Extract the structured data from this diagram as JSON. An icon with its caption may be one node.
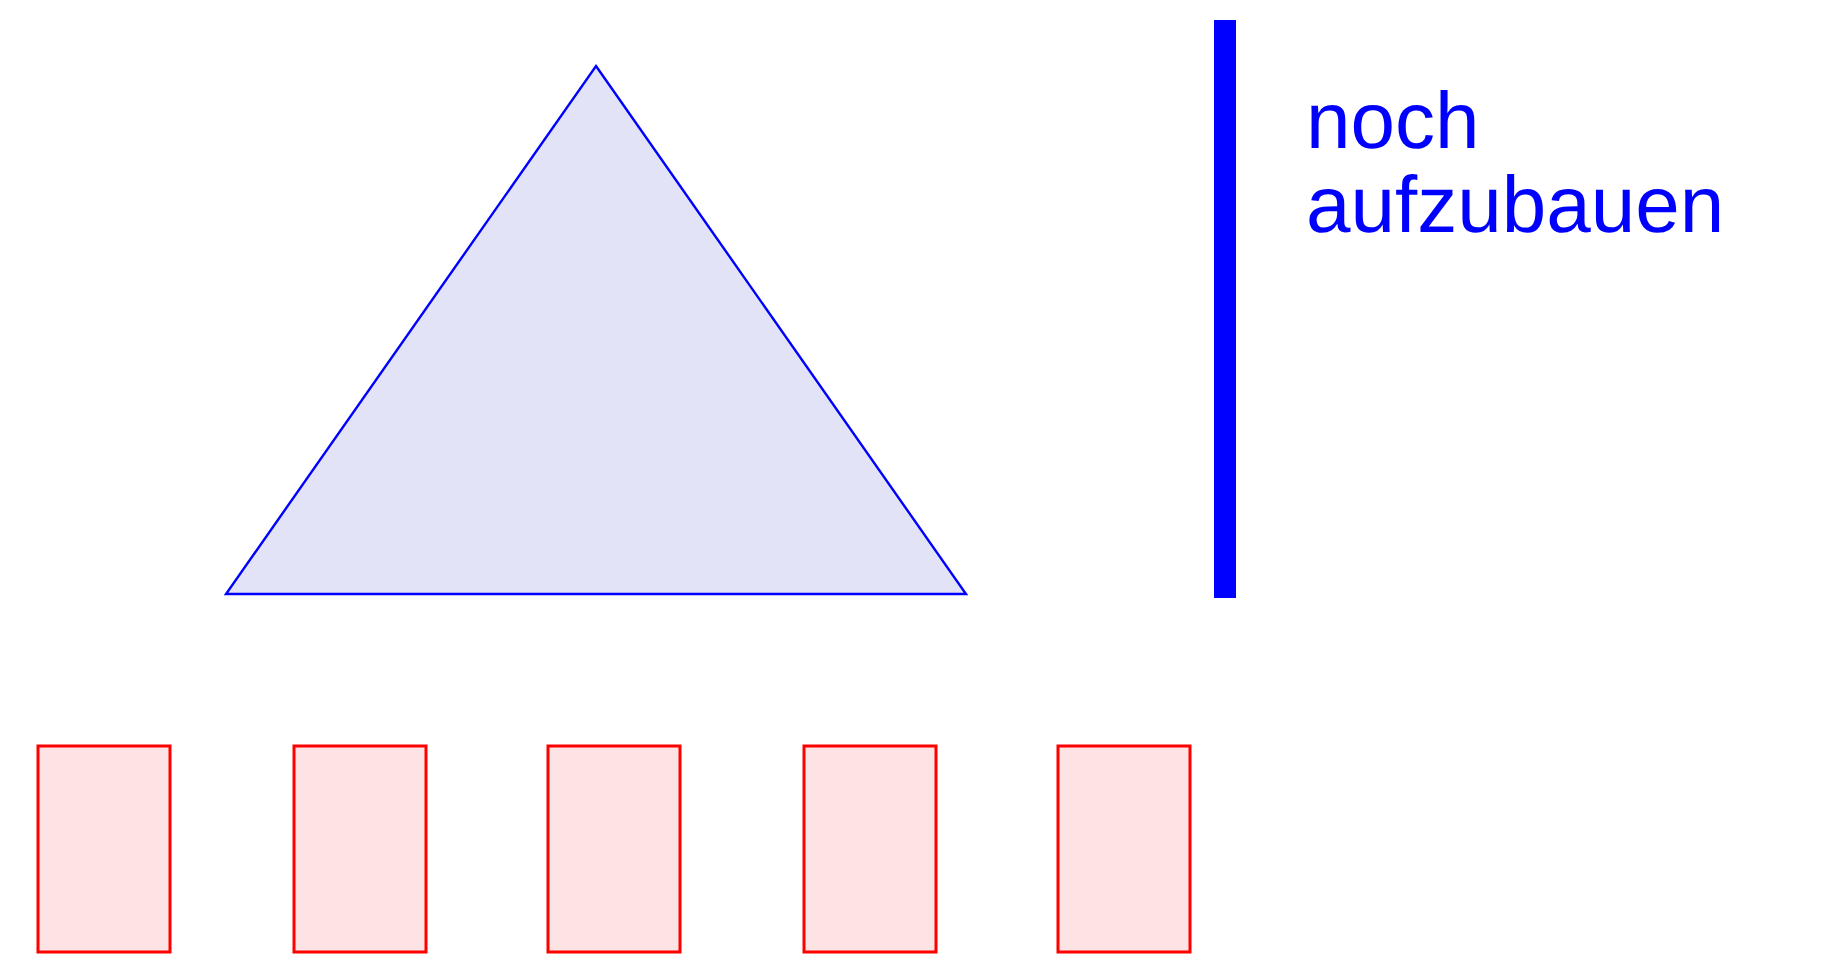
{
  "diagram": {
    "nodes": [
      {
        "text": [],
        "shape": "triangle"
      },
      {
        "text": [],
        "shape": "box"
      },
      {
        "text": [],
        "shape": "box"
      },
      {
        "text": [],
        "shape": "box"
      },
      {
        "text": [],
        "shape": "box"
      },
      {
        "text": [],
        "shape": "box"
      }
    ],
    "labels": [
      "noch aufzubauen"
    ]
  }
}
